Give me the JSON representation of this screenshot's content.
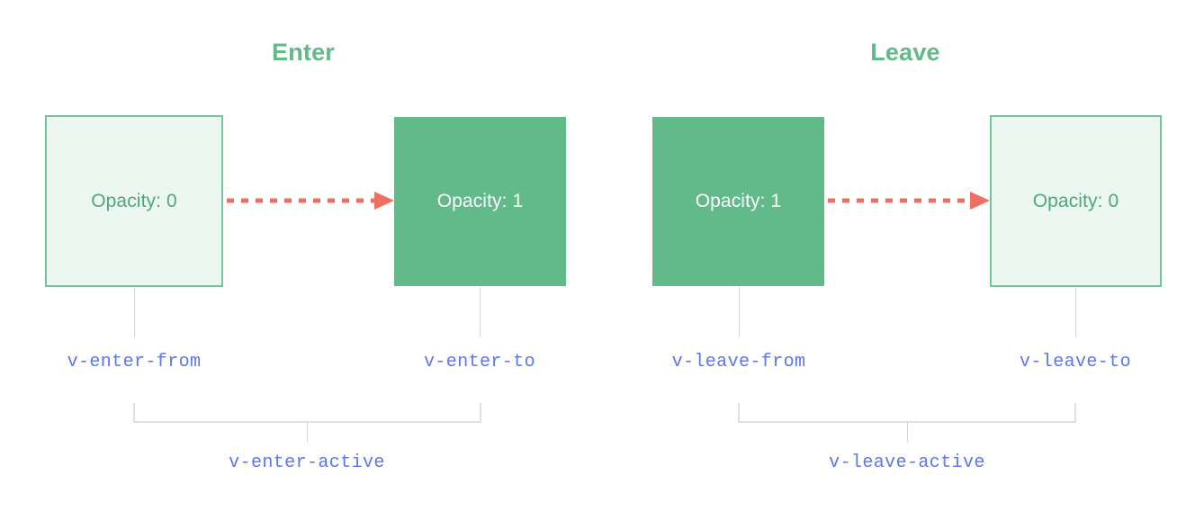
{
  "theme": {
    "background": "#ffffff",
    "green_solid": "#62b98a",
    "green_light_fill": "#edf7f1",
    "green_border": "#77c39b",
    "green_text": "#4fa877",
    "arrow_color": "#ef6f63",
    "code_text": "#5d76ef",
    "connector_gray": "#d6d6d6",
    "bracket_gray": "#e0e0e0"
  },
  "sections": [
    {
      "title": "Enter",
      "from_box": {
        "label": "Opacity: 0",
        "style": "faded"
      },
      "to_box": {
        "label": "Opacity: 1",
        "style": "solid"
      },
      "from_class": "v-enter-from",
      "to_class": "v-enter-to",
      "active_class": "v-enter-active",
      "arrow": "dashed-arrow-right-icon"
    },
    {
      "title": "Leave",
      "from_box": {
        "label": "Opacity: 1",
        "style": "solid"
      },
      "to_box": {
        "label": "Opacity: 0",
        "style": "faded"
      },
      "from_class": "v-leave-from",
      "to_class": "v-leave-to",
      "active_class": "v-leave-active",
      "arrow": "dashed-arrow-right-icon"
    }
  ]
}
